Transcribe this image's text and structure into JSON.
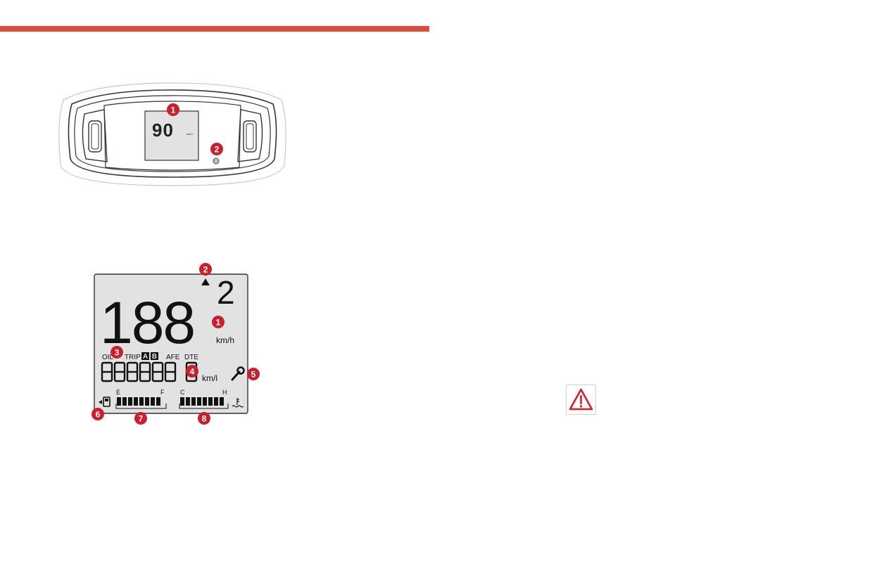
{
  "colors": {
    "accent": "#e04a3b",
    "callout": "#c8202e",
    "lcd_bg": "#e2e2e2",
    "lcd_segment": "#1a1a1a"
  },
  "cluster": {
    "speed": "90",
    "speed_unit": "km/h",
    "callouts": [
      "1",
      "2"
    ]
  },
  "lcd": {
    "gear": "2",
    "speed": "188",
    "speed_unit": "km/h",
    "labels": {
      "oil": "OIL",
      "trip": "TRIP",
      "trip_a": "A",
      "trip_b": "B",
      "afe": "AFE",
      "dte": "DTE"
    },
    "odometer_unit": "km/l",
    "fuel_gauge": {
      "empty": "E",
      "full": "F"
    },
    "temp_gauge": {
      "cold": "C",
      "hot": "H"
    },
    "callouts": [
      "1",
      "2",
      "3",
      "4",
      "5",
      "6",
      "7",
      "8"
    ]
  },
  "icons": {
    "warning": "warning-triangle-icon",
    "service": "wrench-icon",
    "fuel": "fuel-pump-icon",
    "coolant": "coolant-temp-icon"
  }
}
